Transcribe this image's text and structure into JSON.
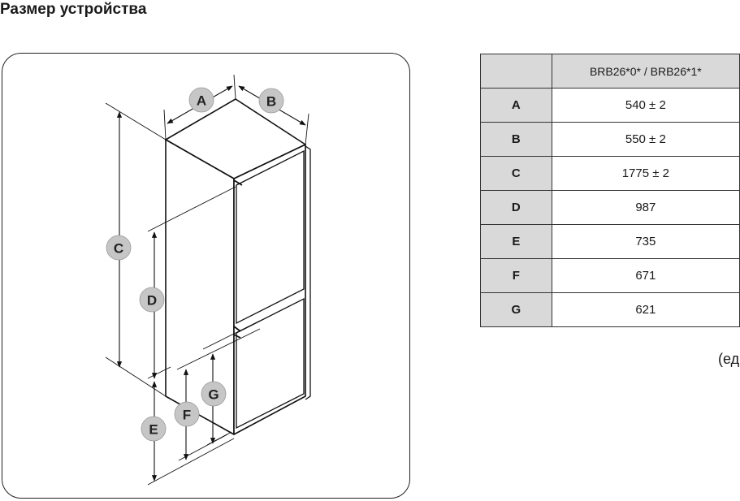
{
  "title": "Размер устройства",
  "figure": {
    "callouts": [
      "A",
      "B",
      "C",
      "D",
      "E",
      "F",
      "G"
    ]
  },
  "table": {
    "header": [
      "",
      "BRB26*0* / BRB26*1*"
    ],
    "rows": [
      {
        "key": "A",
        "value": "540 ± 2"
      },
      {
        "key": "B",
        "value": "550 ± 2"
      },
      {
        "key": "C",
        "value": "1775 ± 2"
      },
      {
        "key": "D",
        "value": "987"
      },
      {
        "key": "E",
        "value": "735"
      },
      {
        "key": "F",
        "value": "671"
      },
      {
        "key": "G",
        "value": "621"
      }
    ]
  },
  "units_note": "(ед"
}
